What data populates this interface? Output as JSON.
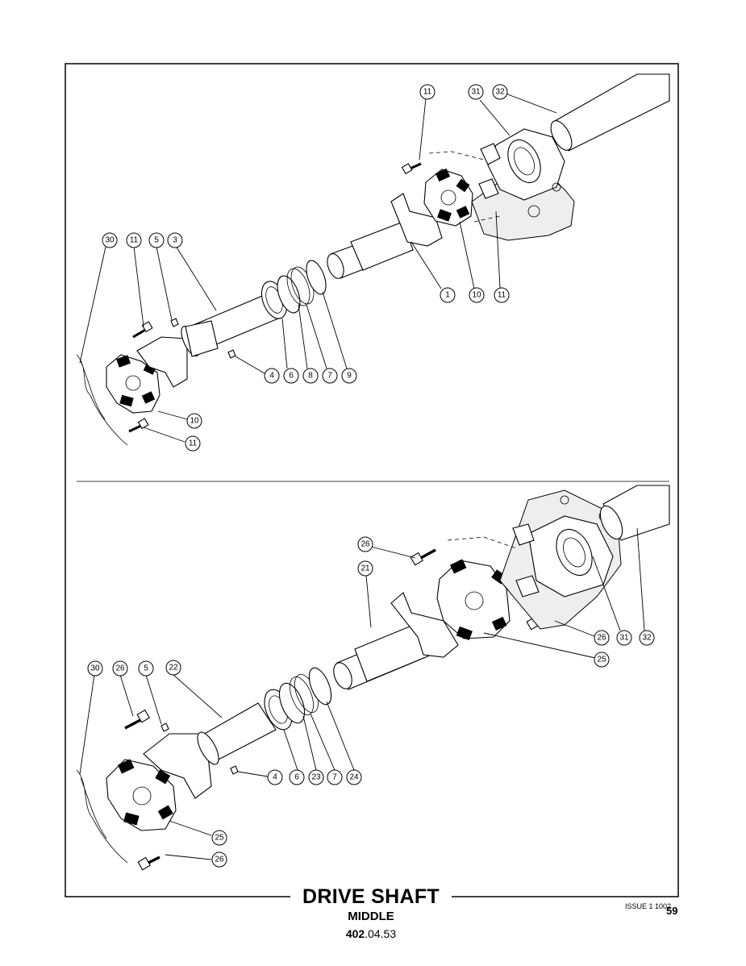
{
  "figure": {
    "title": "DRIVE SHAFT",
    "subtitle": "MIDDLE",
    "code_bold": "402",
    "code_rest": ".04.53",
    "issue": "ISSUE 1 1002",
    "page_number": "59"
  },
  "upper_view": {
    "callouts": [
      "11",
      "31",
      "32",
      "30",
      "11",
      "5",
      "3",
      "1",
      "10",
      "11",
      "4",
      "6",
      "8",
      "7",
      "9",
      "10",
      "11"
    ]
  },
  "lower_view": {
    "callouts": [
      "26",
      "21",
      "30",
      "26",
      "5",
      "22",
      "26",
      "31",
      "32",
      "25",
      "4",
      "6",
      "23",
      "7",
      "24",
      "25",
      "26"
    ]
  }
}
